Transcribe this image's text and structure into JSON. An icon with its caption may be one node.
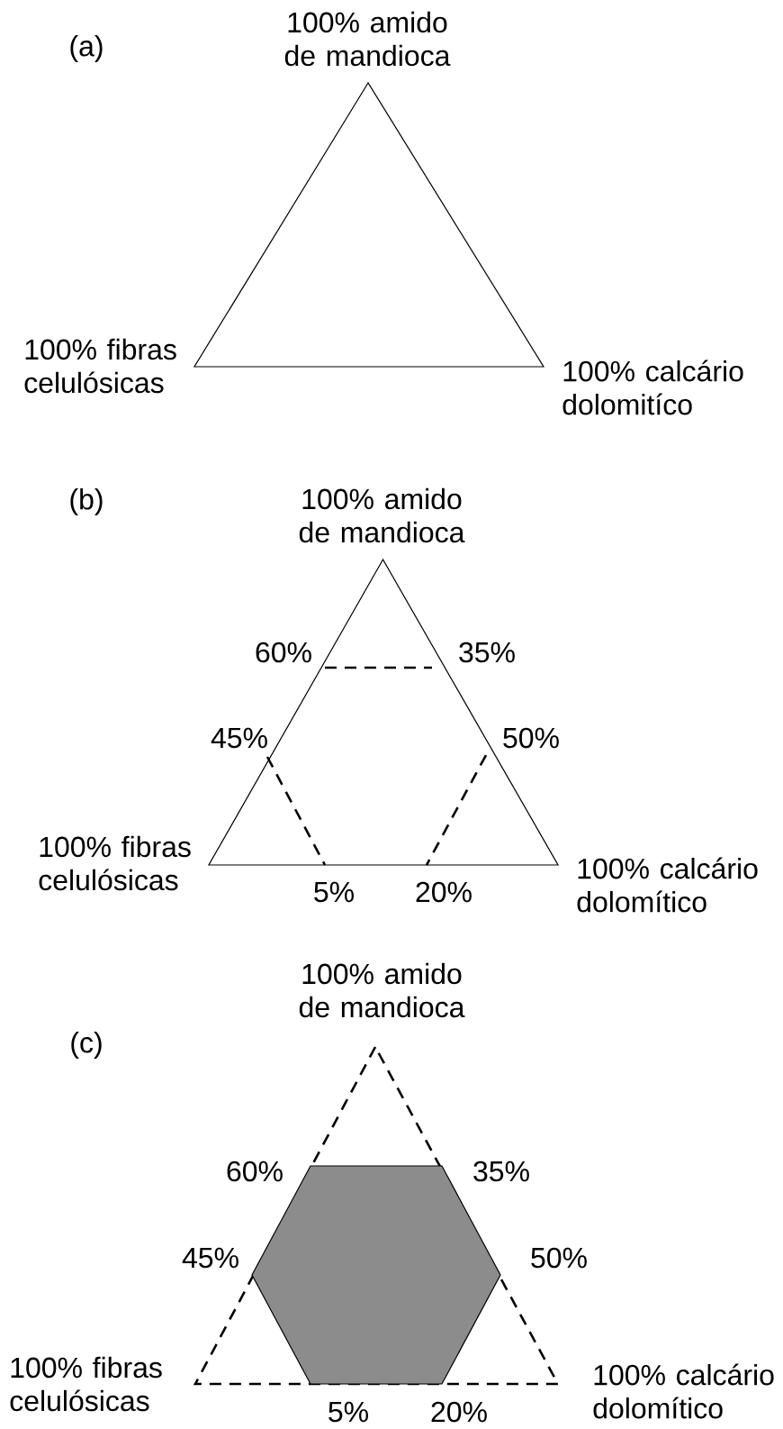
{
  "diagram": {
    "labels": [
      "(a)",
      "100% amido de mandioca",
      "100% fibras celulósicas",
      "100% calcário dolomitíco",
      "(b)",
      "100% amido de mandioca",
      "60%",
      "35%",
      "45%",
      "50%",
      "100% fibras celulósicas",
      "100% calcário dolomítico",
      "5%",
      "20%",
      "100% amido de mandioca",
      "(c)",
      "60%",
      "35%",
      "45%",
      "50%",
      "100% fibras celulósicas",
      "100% calcário dolomítico",
      "5%",
      "20%"
    ]
  }
}
